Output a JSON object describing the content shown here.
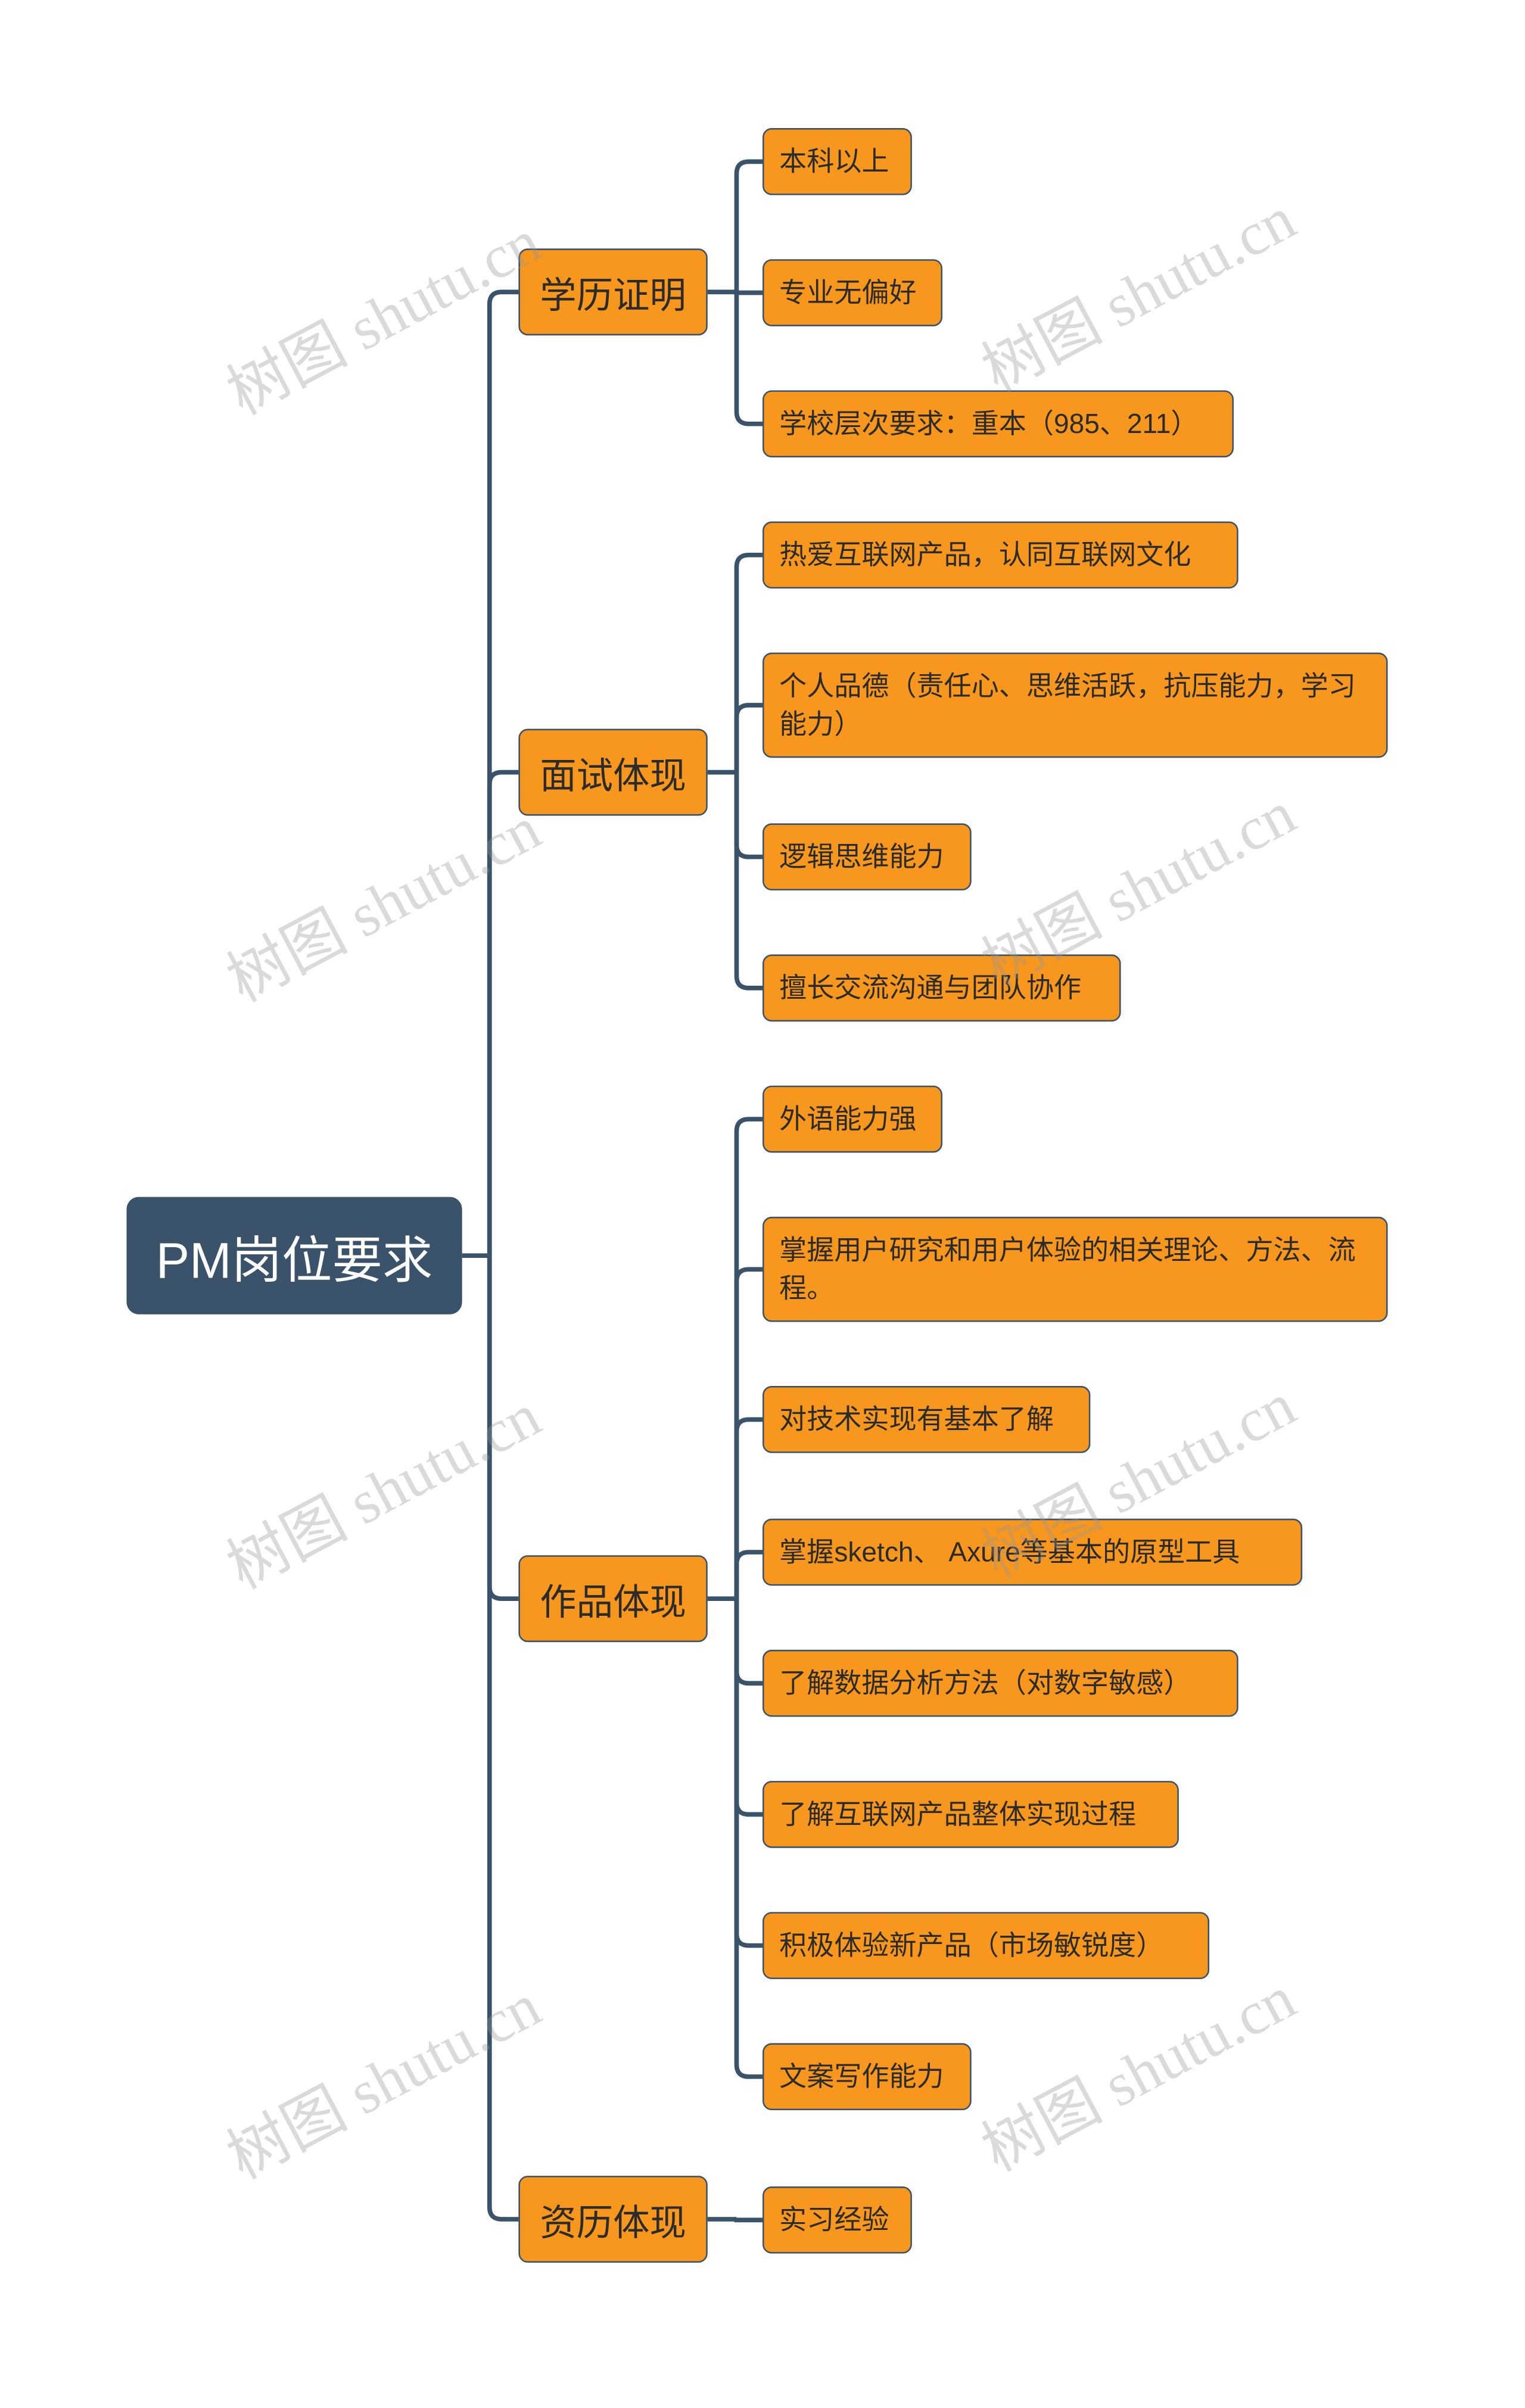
{
  "watermark": "树图 shutu.cn",
  "root": "PM岗位要求",
  "branches": [
    {
      "label": "学历证明",
      "items": [
        "本科以上",
        "专业无偏好",
        "学校层次要求：重本（985、211）"
      ]
    },
    {
      "label": "面试体现",
      "items": [
        "热爱互联网产品，认同互联网文化",
        "个人品德（责任心、思维活跃，抗压能力，学习能力）",
        "逻辑思维能力",
        "擅长交流沟通与团队协作"
      ]
    },
    {
      "label": "作品体现",
      "items": [
        "外语能力强",
        "掌握用户研究和用户体验的相关理论、方法、流程。",
        "对技术实现有基本了解",
        "掌握sketch、 Axure等基本的原型工具",
        "了解数据分析方法（对数字敏感）",
        "了解互联网产品整体实现过程",
        "积极体验新产品（市场敏锐度）",
        "文案写作能力"
      ]
    },
    {
      "label": "资历体现",
      "items": [
        "实习经验"
      ]
    }
  ],
  "colors": {
    "node": "#f7971e",
    "line": "#3a536b",
    "root": "#3a536b"
  }
}
